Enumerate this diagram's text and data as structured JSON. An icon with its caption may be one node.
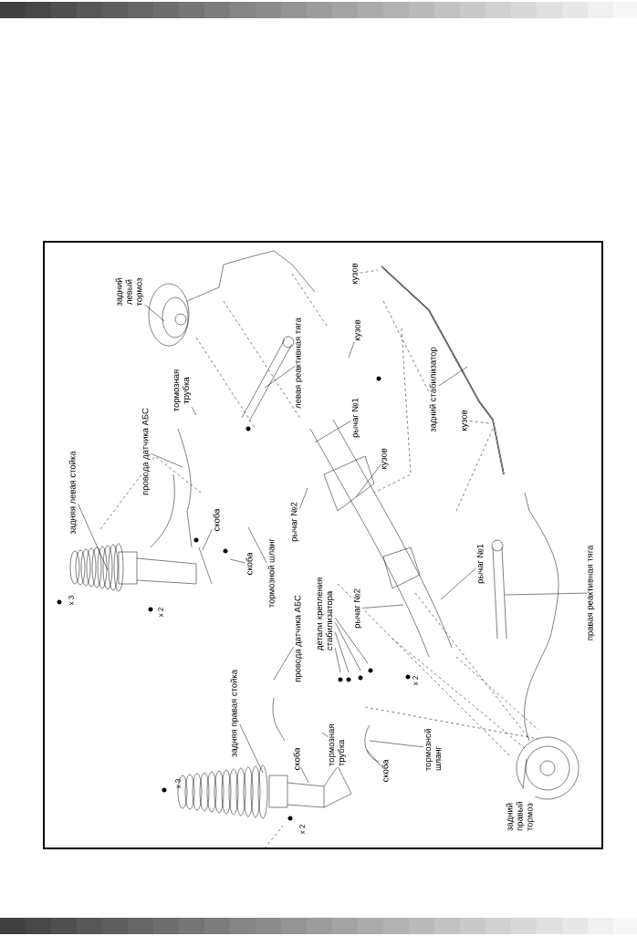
{
  "diagram": {
    "nodes": [
      {
        "text": [
          "задний левый тормоз"
        ]
      },
      {
        "text": [
          "задняя левая стойка"
        ]
      },
      {
        "text": [
          "провода датчика АБС"
        ]
      },
      {
        "text": [
          "тормозная трубка"
        ]
      },
      {
        "text": [
          "левая реактивная тяга"
        ]
      },
      {
        "text": [
          "рычаг №1"
        ]
      },
      {
        "text": [
          "кузов"
        ]
      },
      {
        "text": [
          "кузов"
        ]
      },
      {
        "text": [
          "задний стабилизатор"
        ]
      },
      {
        "text": [
          "кузов"
        ]
      },
      {
        "text": [
          "кузов"
        ]
      },
      {
        "text": [
          "рычаг №2"
        ]
      },
      {
        "text": [
          "скоба"
        ]
      },
      {
        "text": [
          "скоба"
        ]
      },
      {
        "text": [
          "тормозной шланг"
        ]
      },
      {
        "text": [
          "провода датчика АБС"
        ]
      },
      {
        "text": [
          "детали крепления стабилизатора"
        ]
      },
      {
        "text": [
          "рычаг №2"
        ]
      },
      {
        "text": [
          "рычаг №1"
        ]
      },
      {
        "text": [
          "правая реактивная тяга"
        ]
      },
      {
        "text": [
          "задняя правая стойка"
        ]
      },
      {
        "text": [
          "скоба"
        ]
      },
      {
        "text": [
          "тормозная трубка"
        ]
      },
      {
        "text": [
          "скоба"
        ]
      },
      {
        "text": [
          "тормозной шланг"
        ]
      },
      {
        "text": [
          "задний правый тормоз"
        ]
      }
    ],
    "edges": [
      {
        "from": 0,
        "to": null,
        "arrow": "none"
      },
      {
        "from": 1,
        "to": null,
        "arrow": "none"
      },
      {
        "from": 2,
        "to": null,
        "arrow": "none"
      },
      {
        "from": 3,
        "to": null,
        "arrow": "none"
      },
      {
        "from": 4,
        "to": null,
        "arrow": "none"
      },
      {
        "from": 5,
        "to": null,
        "arrow": "none"
      },
      {
        "from": 6,
        "to": null,
        "arrow": "none"
      },
      {
        "from": 7,
        "to": null,
        "arrow": "none",
        "style": "dashed"
      },
      {
        "from": 8,
        "to": null,
        "arrow": "none"
      },
      {
        "from": 9,
        "to": null,
        "arrow": "none",
        "style": "dashed"
      },
      {
        "from": 10,
        "to": null,
        "arrow": "none"
      },
      {
        "from": 11,
        "to": null,
        "arrow": "none"
      },
      {
        "from": 12,
        "to": null,
        "arrow": "none"
      },
      {
        "from": 13,
        "to": null,
        "arrow": "none"
      },
      {
        "from": 14,
        "to": null,
        "arrow": "none"
      },
      {
        "from": 15,
        "to": null,
        "arrow": "none"
      },
      {
        "from": 16,
        "to": null,
        "arrow": "none"
      },
      {
        "from": 16,
        "to": null,
        "arrow": "none"
      },
      {
        "from": 16,
        "to": null,
        "arrow": "none"
      },
      {
        "from": 16,
        "to": null,
        "arrow": "none"
      },
      {
        "from": 17,
        "to": null,
        "arrow": "none"
      },
      {
        "from": 18,
        "to": null,
        "arrow": "none"
      },
      {
        "from": 19,
        "to": null,
        "arrow": "none"
      },
      {
        "from": 20,
        "to": null,
        "arrow": "none"
      },
      {
        "from": 21,
        "to": null,
        "arrow": "none"
      },
      {
        "from": 22,
        "to": null,
        "arrow": "none"
      },
      {
        "from": 23,
        "to": null,
        "arrow": "none"
      },
      {
        "from": 24,
        "to": null,
        "arrow": "none"
      },
      {
        "from": 25,
        "to": null,
        "arrow": "none"
      }
    ],
    "labels": [
      "x 3",
      "x 2",
      "x 3",
      "x 2",
      "x 2"
    ]
  }
}
